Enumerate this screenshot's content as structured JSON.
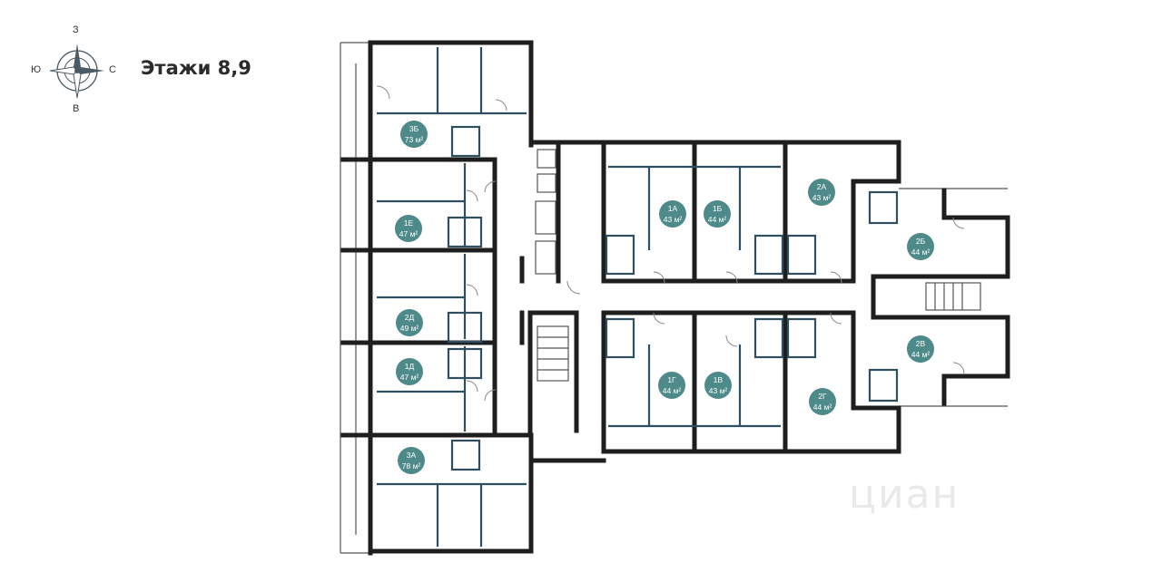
{
  "header": {
    "title": "Этажи 8,9"
  },
  "compass": {
    "north": "З",
    "south": "В",
    "west": "Ю",
    "east": "С"
  },
  "watermark": "циан",
  "apartments": [
    {
      "id": "3b",
      "number": "3Б",
      "area": "73 м²"
    },
    {
      "id": "1e",
      "number": "1Е",
      "area": "47 м²"
    },
    {
      "id": "2d",
      "number": "2Д",
      "area": "49 м²"
    },
    {
      "id": "1d",
      "number": "1Д",
      "area": "47 м²"
    },
    {
      "id": "3a",
      "number": "3А",
      "area": "78 м²"
    },
    {
      "id": "1a",
      "number": "1А",
      "area": "43 м²"
    },
    {
      "id": "1b",
      "number": "1Б",
      "area": "44 м²"
    },
    {
      "id": "2a",
      "number": "2А",
      "area": "43 м²"
    },
    {
      "id": "2b",
      "number": "2Б",
      "area": "44 м²"
    },
    {
      "id": "2v",
      "number": "2В",
      "area": "44 м²"
    },
    {
      "id": "1g",
      "number": "1Г",
      "area": "44 м²"
    },
    {
      "id": "1v",
      "number": "1В",
      "area": "43 м²"
    },
    {
      "id": "2g",
      "number": "2Г",
      "area": "44 м²"
    }
  ],
  "colors": {
    "apartment_marker": "#4f8a8b",
    "wall": "#1e1e1e",
    "inner_wall": "#2f4f60"
  }
}
